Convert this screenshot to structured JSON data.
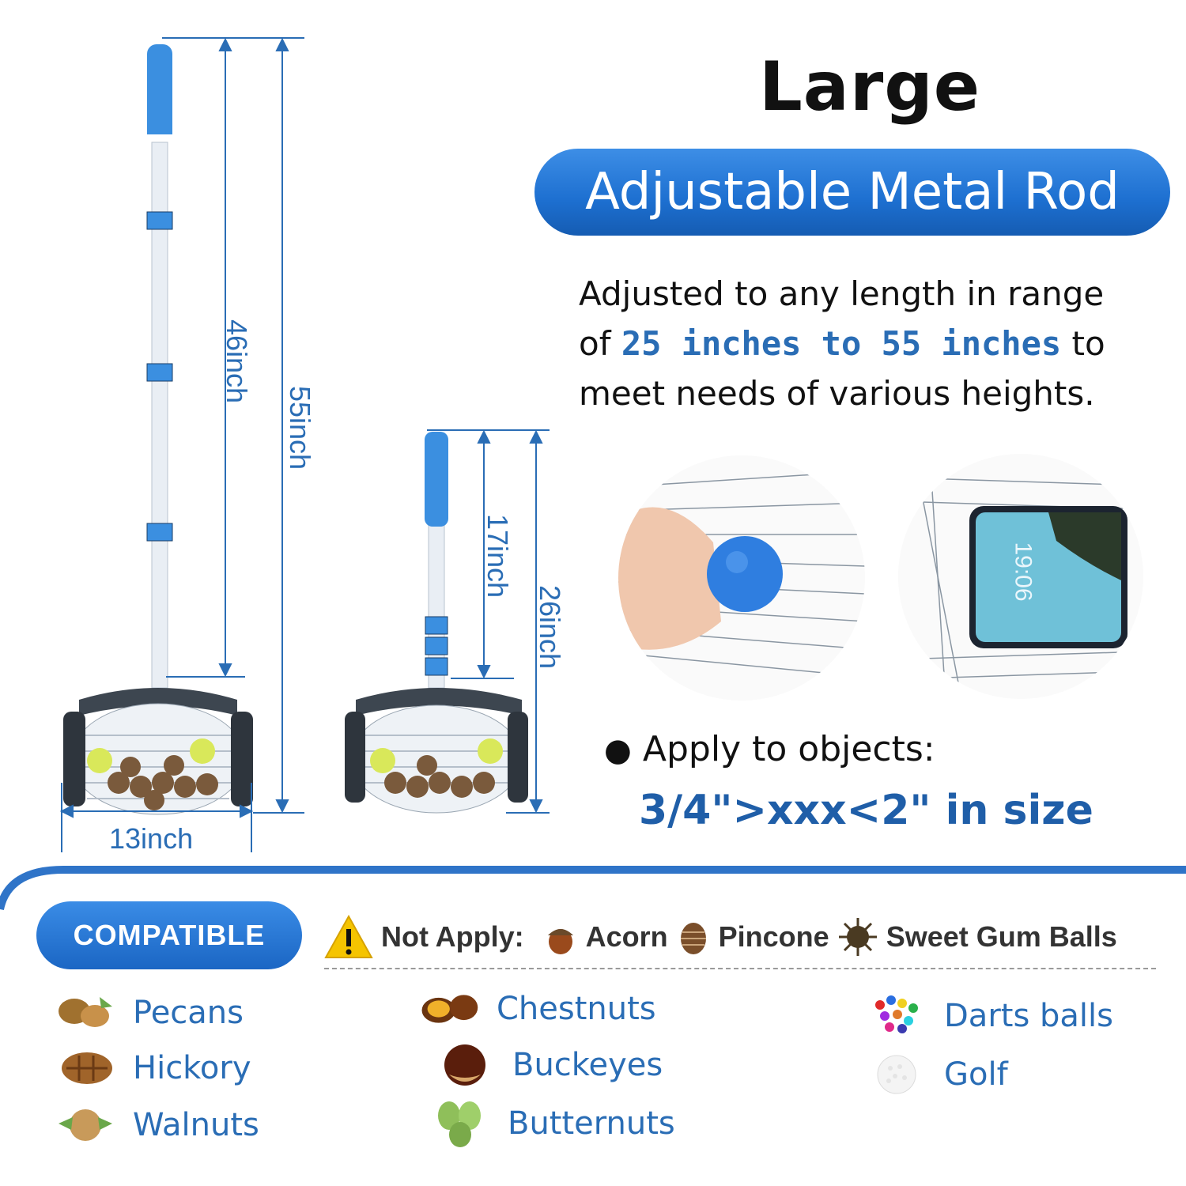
{
  "title": "Large",
  "subtitle": "Adjustable Metal  Rod",
  "description": {
    "line1": "Adjusted to any length in range",
    "line2_pre": "of ",
    "range_low": "25 inches",
    "range_to": " to ",
    "range_high": "55 inches",
    "line2_post": " to",
    "line3": "meet needs of various heights."
  },
  "dimensions": {
    "large_inner": "46inch",
    "large_total": "55inch",
    "width": "13inch",
    "small_inner": "17inch",
    "small_total": "26inch"
  },
  "phone_time": "19:06",
  "apply": {
    "label": "Apply to objects:",
    "value": "3/4\">xxx<2\" in size"
  },
  "compatible_label": "COMPATIBLE",
  "not_apply": {
    "label": "Not Apply:",
    "items": [
      "Acorn",
      "Pincone",
      "Sweet Gum Balls"
    ]
  },
  "compatible_items": {
    "col1": [
      "Pecans",
      "Hickory",
      "Walnuts"
    ],
    "col2": [
      "Chestnuts",
      "Buckeyes",
      "Butternuts"
    ],
    "col3": [
      "Darts balls",
      "Golf"
    ]
  },
  "colors": {
    "accent": "#2a6db5",
    "pill": "#1d6fd0",
    "rod_grip": "#3b8fe0"
  }
}
